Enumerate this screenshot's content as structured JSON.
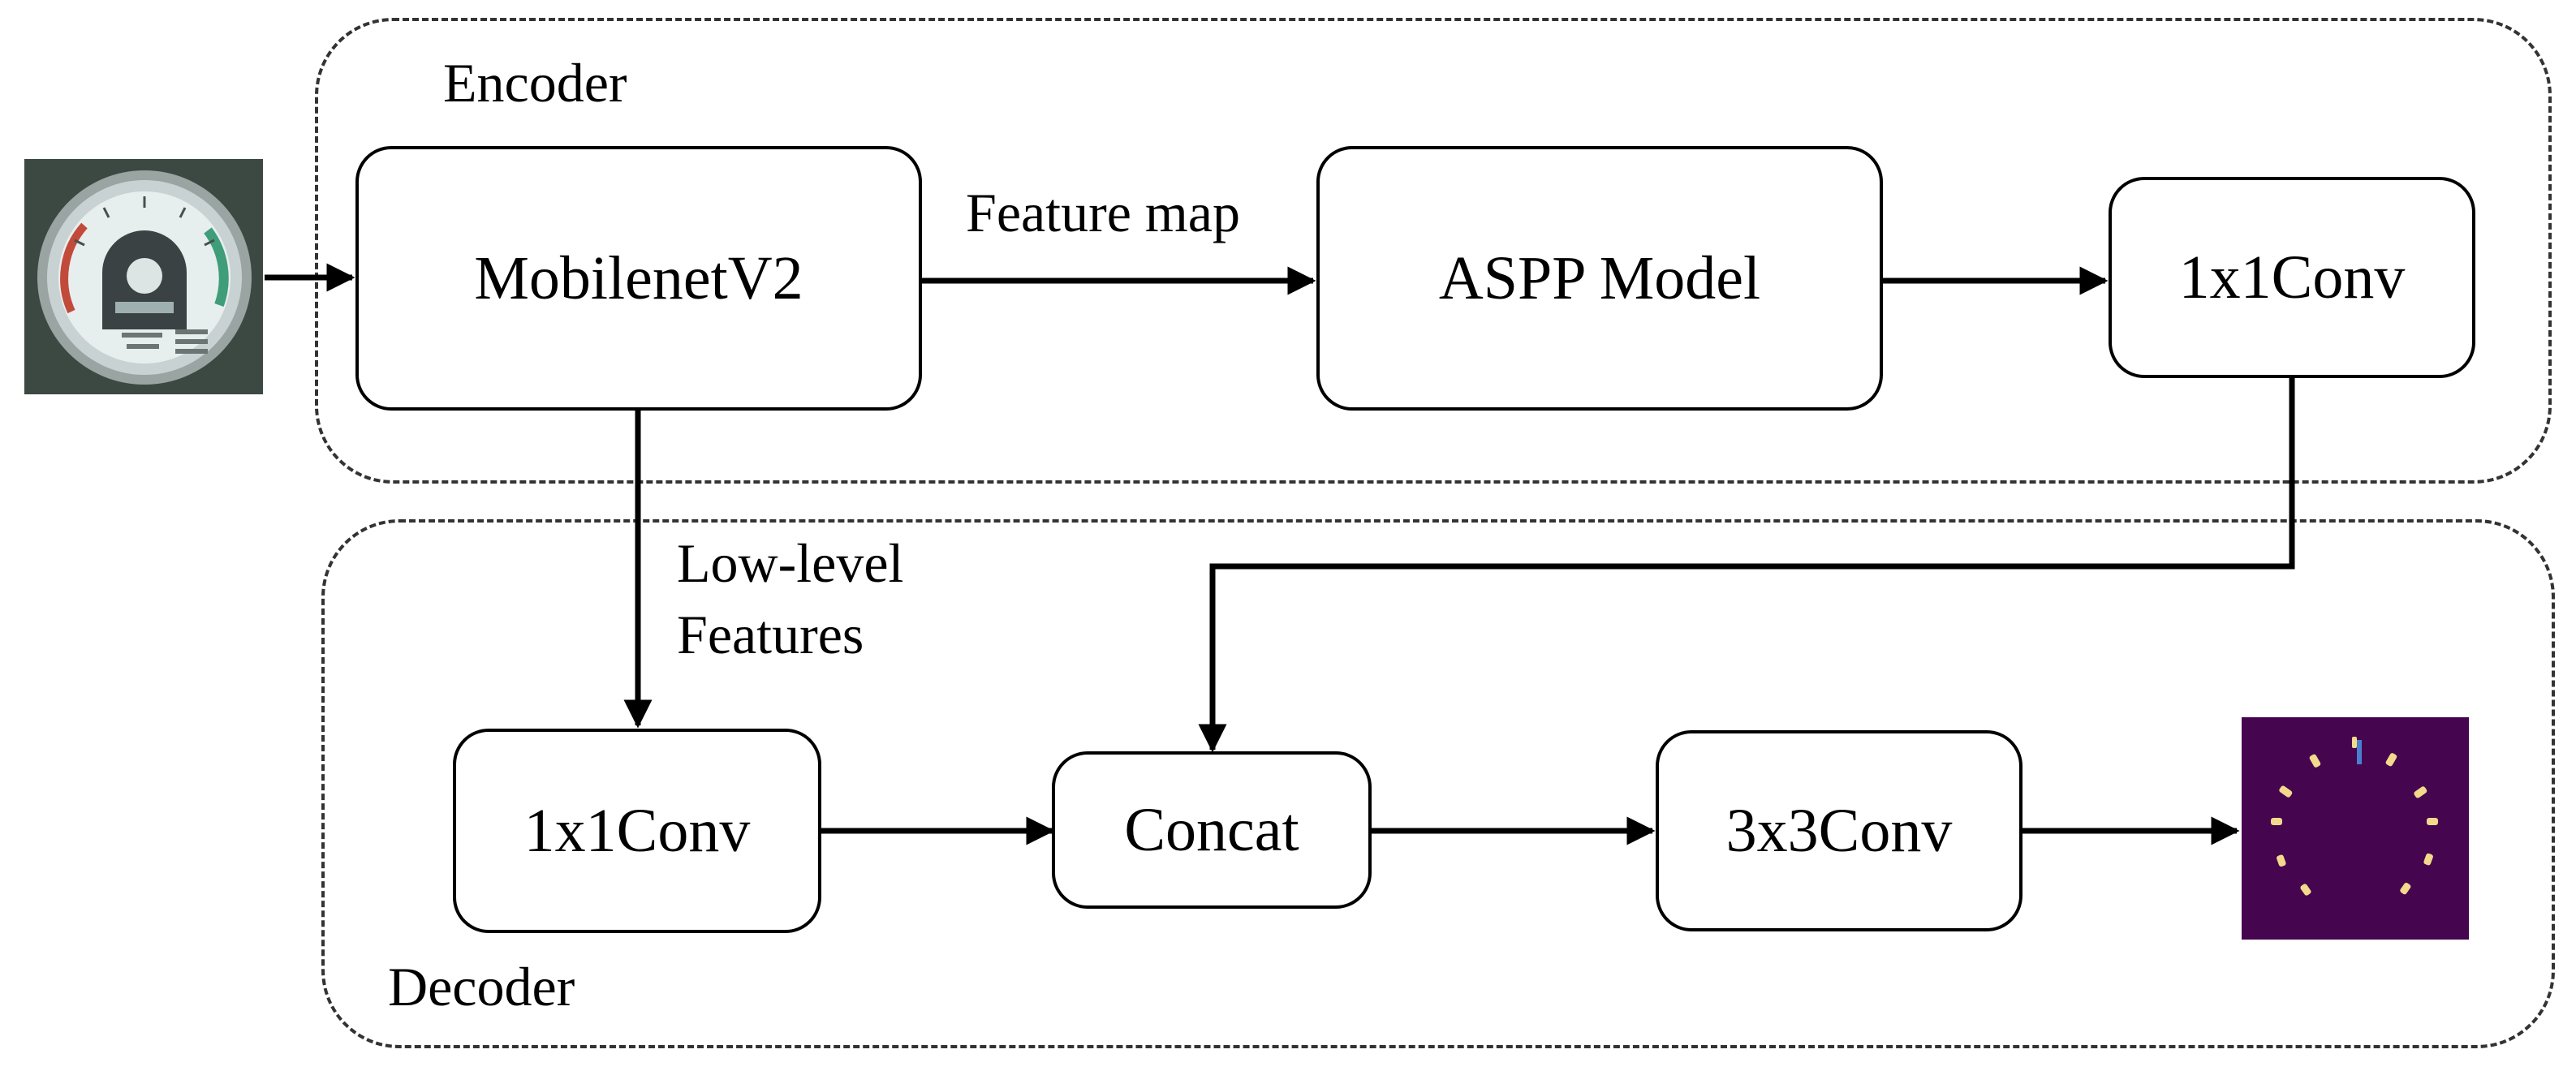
{
  "regions": {
    "encoder": {
      "label": "Encoder"
    },
    "decoder": {
      "label": "Decoder"
    }
  },
  "blocks": {
    "mobilenet": "MobilenetV2",
    "aspp": "ASPP Model",
    "enc_conv": "1x1Conv",
    "dec_conv": "1x1Conv",
    "concat": "Concat",
    "conv3": "3x3Conv"
  },
  "edge_labels": {
    "feature_map": "Feature map",
    "low_level": [
      "Low-level",
      "Features"
    ]
  },
  "colors": {
    "line": "#000000",
    "region_border": "#333333",
    "output_background": "#45054f",
    "output_marks": "#f2d98c",
    "output_needle": "#4a7fd0"
  },
  "images": {
    "input": "gauge-photo",
    "output": "segmentation-mask"
  }
}
